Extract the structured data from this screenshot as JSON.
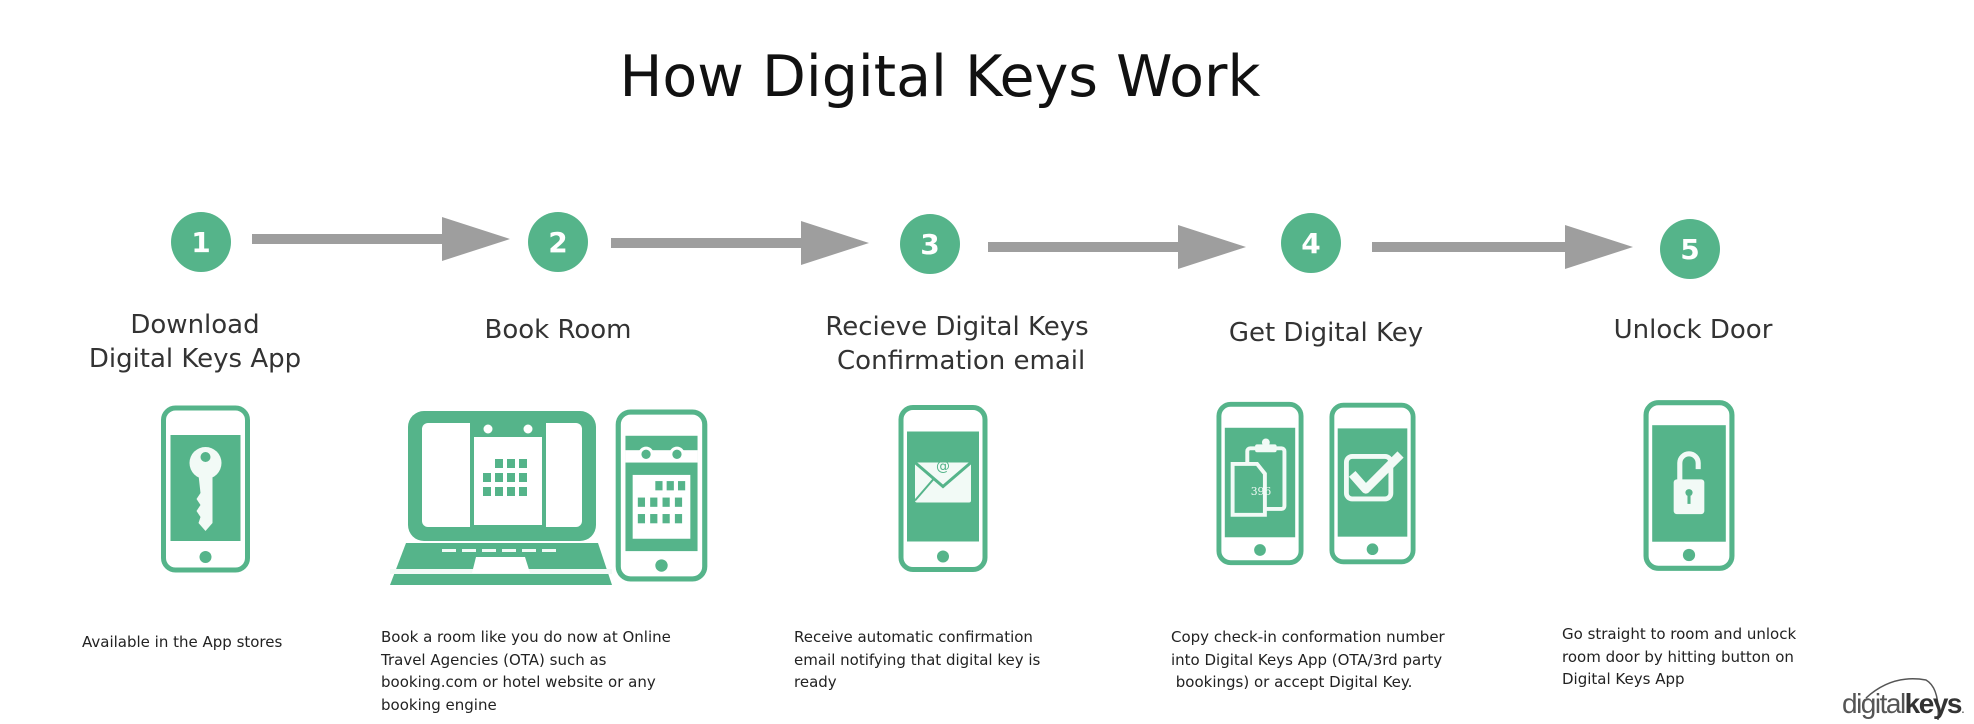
{
  "title": "How Digital Keys Work",
  "colors": {
    "accent": "#55b48a",
    "arrow": "#9e9e9e",
    "text": "#333333"
  },
  "steps": [
    {
      "number": "1",
      "heading": [
        "Download",
        "Digital Keys App"
      ],
      "icon": "phone-key-icon",
      "description": [
        "Available in the App stores"
      ]
    },
    {
      "number": "2",
      "heading": [
        "Book Room"
      ],
      "icon": "laptop-phone-calendar-icon",
      "description": [
        "Book a room like you do now at Online",
        "Travel Agencies (OTA) such as",
        "booking.com or hotel website or any",
        "booking engine"
      ]
    },
    {
      "number": "3",
      "heading": [
        "Recieve Digital Keys",
        " Confirmation email"
      ],
      "icon": "phone-email-icon",
      "description": [
        "Receive automatic confirmation",
        "email notifying that digital key is",
        "ready"
      ]
    },
    {
      "number": "4",
      "heading": [
        "Get Digital Key"
      ],
      "icon": "phone-clipboard-check-icon",
      "icon_number": "396",
      "description": [
        "Copy check-in conformation number",
        "into Digital Keys App (OTA/3rd party",
        " bookings) or accept Digital Key."
      ]
    },
    {
      "number": "5",
      "heading": [
        "Unlock Door"
      ],
      "icon": "phone-unlock-icon",
      "description": [
        "Go straight to room and unlock",
        "room door by hitting button on",
        "Digital Keys App"
      ]
    }
  ],
  "logo": {
    "text_light": "digital",
    "text_bold": "keys",
    "suffix": "."
  }
}
